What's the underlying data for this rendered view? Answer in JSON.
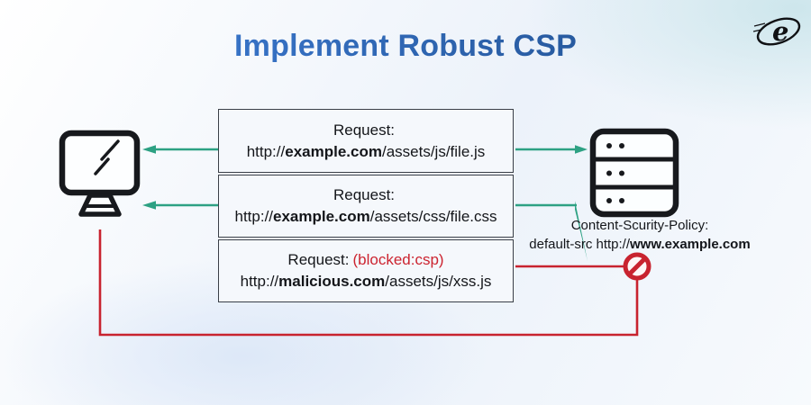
{
  "page": {
    "title": "Implement Robust CSP"
  },
  "logo": {
    "letter": "e"
  },
  "colors": {
    "title_blue_start": "#3d7cd6",
    "title_blue_end": "#21508f",
    "arrow_green": "#2da183",
    "blocked_red": "#c8232f",
    "icon_black": "#17191d",
    "box_background": "#f5f8fc",
    "box_border": "#3a3f47"
  },
  "requests": [
    {
      "label": "Request:",
      "blocked_note": "",
      "url_prefix": "http://",
      "domain": "example.com",
      "url_suffix": "/assets/js/file.js"
    },
    {
      "label": "Request:",
      "blocked_note": "",
      "url_prefix": "http://",
      "domain": "example.com",
      "url_suffix": "/assets/css/file.css"
    },
    {
      "label": "Request:",
      "blocked_note": "(blocked:csp)",
      "url_prefix": "http://",
      "domain": "malicious.com",
      "url_suffix": "/assets/js/xss.js"
    }
  ],
  "server": {
    "policy_line1": "Content-Scurity-Policy:",
    "policy_line2_prefix": "default-src http://",
    "policy_line2_bold": "www.example.com"
  }
}
